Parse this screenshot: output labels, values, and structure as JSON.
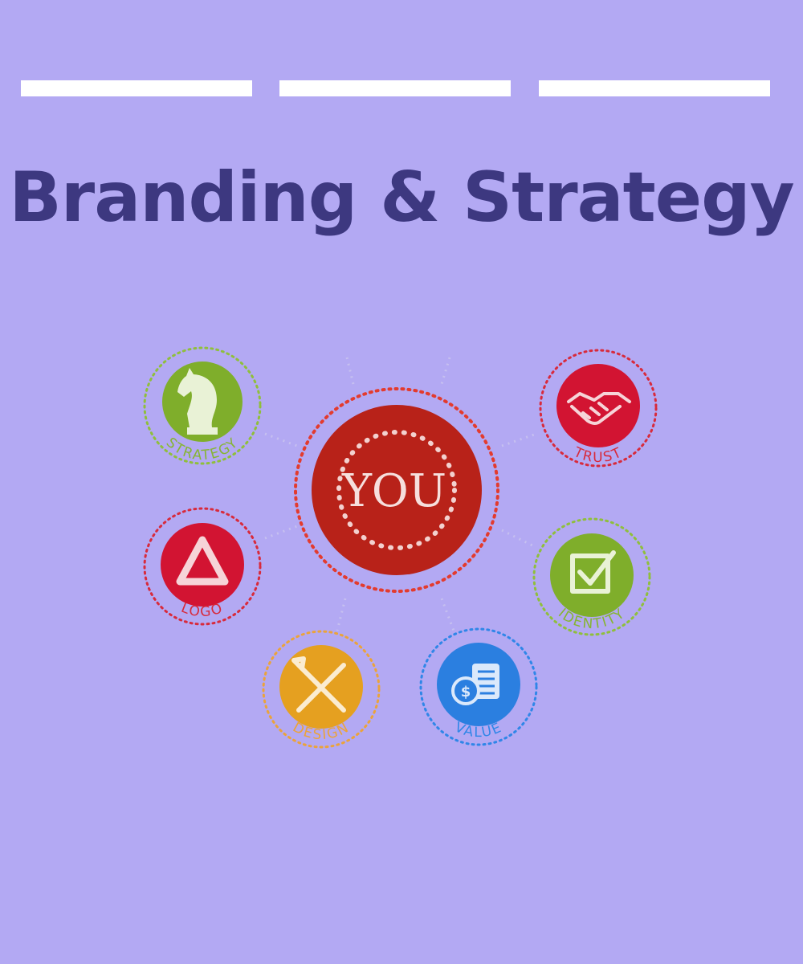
{
  "header_bars": 3,
  "title": "Branding & Strategy",
  "diagram": {
    "center": {
      "label": "YOU",
      "color": "#b82219",
      "ring_color": "#e33b2e"
    },
    "nodes": [
      {
        "label": "STRATEGY",
        "icon": "chess-knight-icon",
        "color": "#7fae2b"
      },
      {
        "label": "TRUST",
        "icon": "handshake-icon",
        "color": "#d21432"
      },
      {
        "label": "LOGO",
        "icon": "triangle-logo-icon",
        "color": "#d21432"
      },
      {
        "label": "IDENTITY",
        "icon": "checkbox-icon",
        "color": "#7fae2b"
      },
      {
        "label": "DESIGN",
        "icon": "pencil-ruler-icon",
        "color": "#e5a020"
      },
      {
        "label": "VALUE",
        "icon": "coin-document-icon",
        "color": "#2b7fe0"
      }
    ]
  },
  "colors": {
    "background": "#b3a9f3",
    "title": "#3d3880",
    "bars": "#ffffff"
  }
}
